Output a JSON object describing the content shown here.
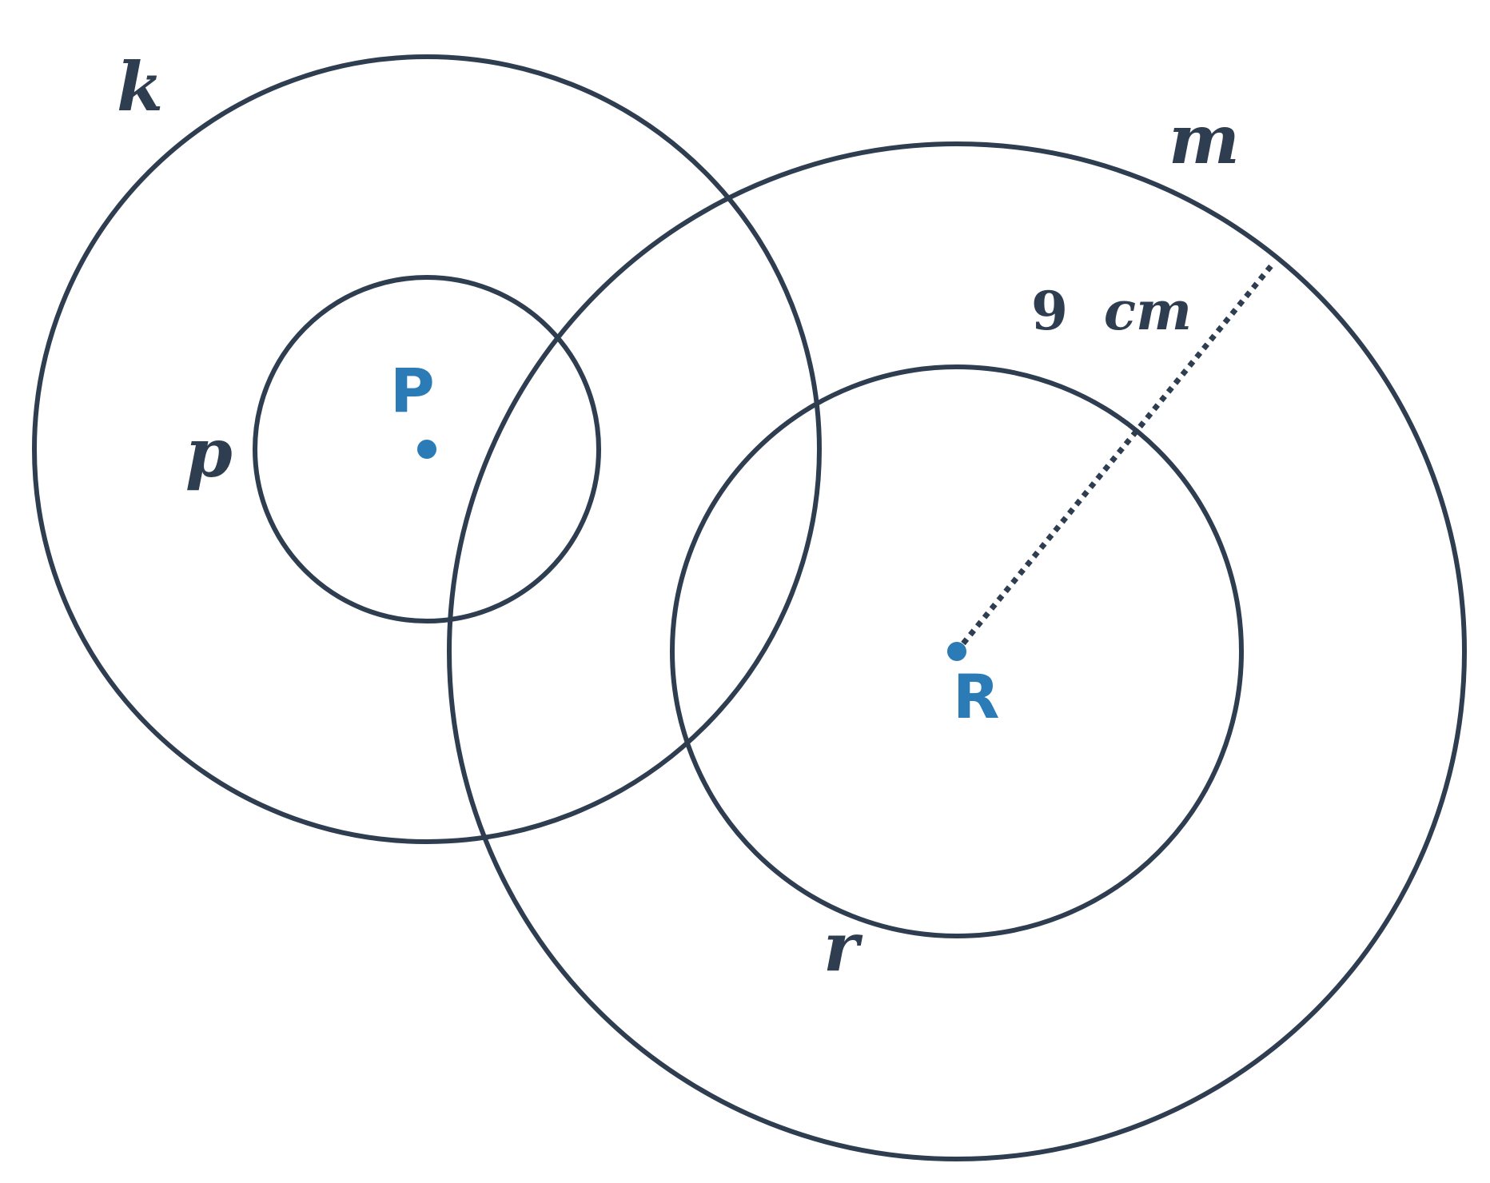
{
  "colors": {
    "stroke": "#2e3d50",
    "point": "#2b7bb6",
    "background": "#ffffff"
  },
  "labels": {
    "circle_k": "k",
    "circle_m": "m",
    "circle_p": "p",
    "circle_r": "r",
    "point_P": "P",
    "point_R": "R",
    "measure_value": "9",
    "measure_unit": "cm"
  }
}
